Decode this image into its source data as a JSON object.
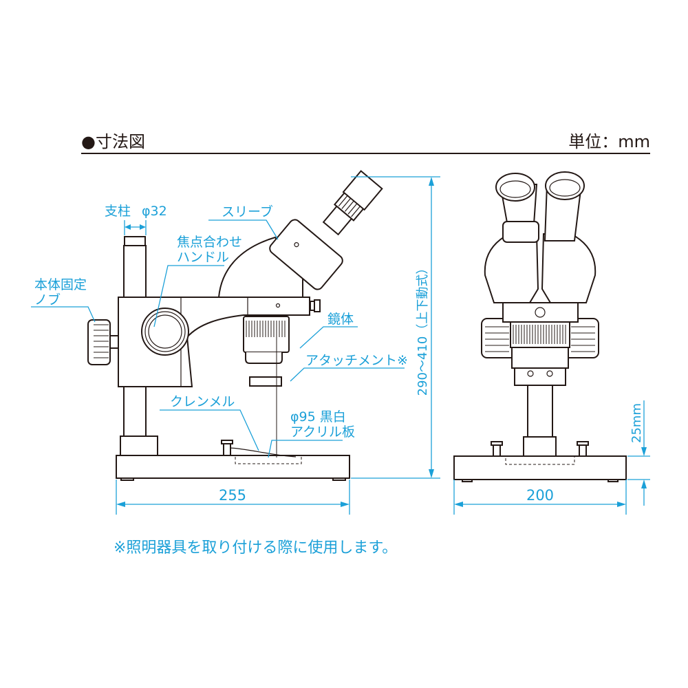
{
  "header": {
    "title": "●寸法図",
    "unit": "単位：mm"
  },
  "labels": {
    "pillar": "支柱",
    "pillar_dia": "φ32",
    "sleeve": "スリーブ",
    "focus_handle_1": "焦点合わせ",
    "focus_handle_2": "ハンドル",
    "body_knob_1": "本体固定",
    "body_knob_2": "ノブ",
    "scope_body": "鏡体",
    "attachment": "アタッチメント※",
    "clip": "クレンメル",
    "plate_1": "φ95 黒白",
    "plate_2": "アクリル板"
  },
  "dimensions": {
    "side_width": "255",
    "front_width": "200",
    "height": "290〜410（上下動式）",
    "base_height": "25mm"
  },
  "footnote": "※照明器具を取り付ける際に使用します。",
  "colors": {
    "annotation": "#1ba0d8",
    "line": "#231815"
  }
}
